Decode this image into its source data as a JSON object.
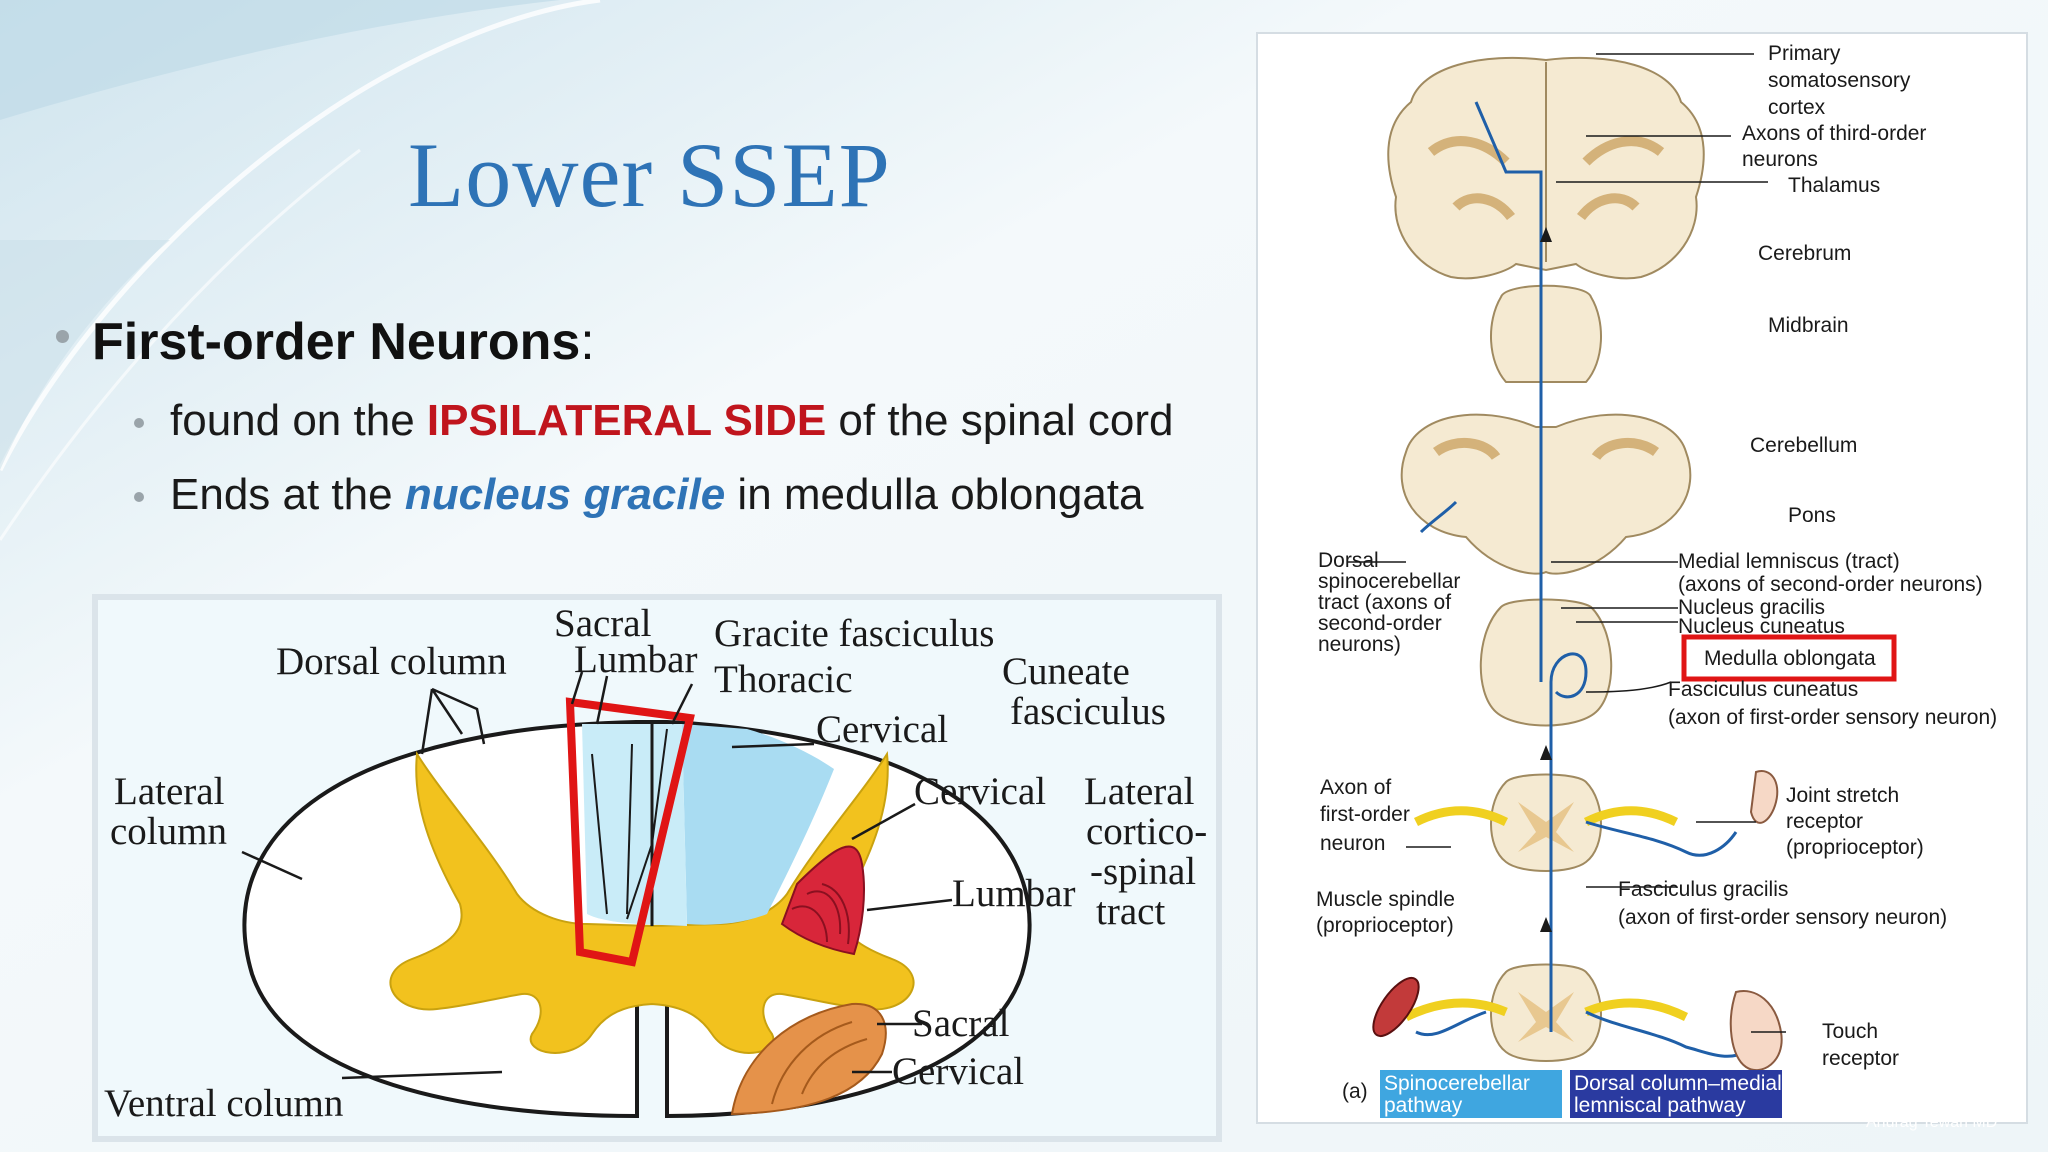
{
  "slide": {
    "title": "Lower SSEP",
    "bullets": {
      "heading_bold": "First-order Neurons",
      "heading_suffix": ":",
      "item1_pre": "found on the ",
      "item1_emph": "IPSILATERAL SIDE",
      "item1_post": " of the spinal cord",
      "item2_pre": "Ends at the ",
      "item2_emph": "nucleus gracile",
      "item2_post": " in medulla oblongata"
    },
    "credit": "Anurag Tewari MD"
  },
  "cord_diagram": {
    "labels": {
      "sacral_top": "Sacral",
      "lumbar_top": "Lumbar",
      "thoracic": "Thoracic",
      "cervical_top": "Cervical",
      "gracile": "Gracite fasciculus",
      "cuneate_1": "Cuneate",
      "cuneate_2": "fasciculus",
      "dorsal_column": "Dorsal column",
      "lateral_column_1": "Lateral",
      "lateral_column_2": "column",
      "cervical_mid": "Cervical",
      "lumbar_mid": "Lumbar",
      "lat_cs_1": "Lateral",
      "lat_cs_2": "cortico-",
      "lat_cs_3": "-spinal",
      "lat_cs_4": "tract",
      "sacral_bottom": "Sacral",
      "cervical_bottom": "Cervical",
      "ventral_column": "Ventral column"
    },
    "colors": {
      "gray_matter": "#f2c21e",
      "dorsal_column_fill": "#a9dcf2",
      "cs_tract": "#d8263a",
      "ventral_tract": "#e5924a",
      "highlight_box": "#e01515"
    }
  },
  "pathway_diagram": {
    "labels": {
      "primary_1": "Primary",
      "primary_2": "somatosensory",
      "primary_3": "cortex",
      "axons_third_1": "Axons of third-order",
      "axons_third_2": "neurons",
      "thalamus": "Thalamus",
      "cerebrum": "Cerebrum",
      "midbrain": "Midbrain",
      "cerebellum": "Cerebellum",
      "pons": "Pons",
      "dorsal_spino_1": "Dorsal",
      "dorsal_spino_2": "spinocerebellar",
      "dorsal_spino_3": "tract (axons of",
      "dorsal_spino_4": "second-order",
      "dorsal_spino_5": "neurons)",
      "medial_lemniscus_1": "Medial lemniscus (tract)",
      "medial_lemniscus_2": "(axons of second-order neurons)",
      "nucleus_gracilis": "Nucleus gracilis",
      "nucleus_cuneatus": "Nucleus cuneatus",
      "medulla": "Medulla oblongata",
      "fasc_cuneatus_1": "Fasciculus cuneatus",
      "fasc_cuneatus_2": "(axon of first-order sensory neuron)",
      "axon_first_1": "Axon of",
      "axon_first_2": "first-order",
      "axon_first_3": "neuron",
      "joint_1": "Joint stretch",
      "joint_2": "receptor",
      "joint_3": "(proprioceptor)",
      "muscle_1": "Muscle spindle",
      "muscle_2": "(proprioceptor)",
      "fasc_gracilis_1": "Fasciculus gracilis",
      "fasc_gracilis_2": "(axon of first-order sensory neuron)",
      "touch_1": "Touch",
      "touch_2": "receptor",
      "panel_a": "(a)",
      "legend1_1": "Spinocerebellar",
      "legend1_2": "pathway",
      "legend2_1": "Dorsal column–medial",
      "legend2_2": "lemniscal pathway"
    },
    "colors": {
      "tissue": "#f5ead2",
      "gray_matter": "#e8c890",
      "pathway_blue": "#1f5fa8",
      "nerve_yellow": "#f0d020",
      "legend_spino": "#3fa6e0",
      "legend_dorsal": "#2a3aa0",
      "highlight_box": "#e01515"
    }
  }
}
